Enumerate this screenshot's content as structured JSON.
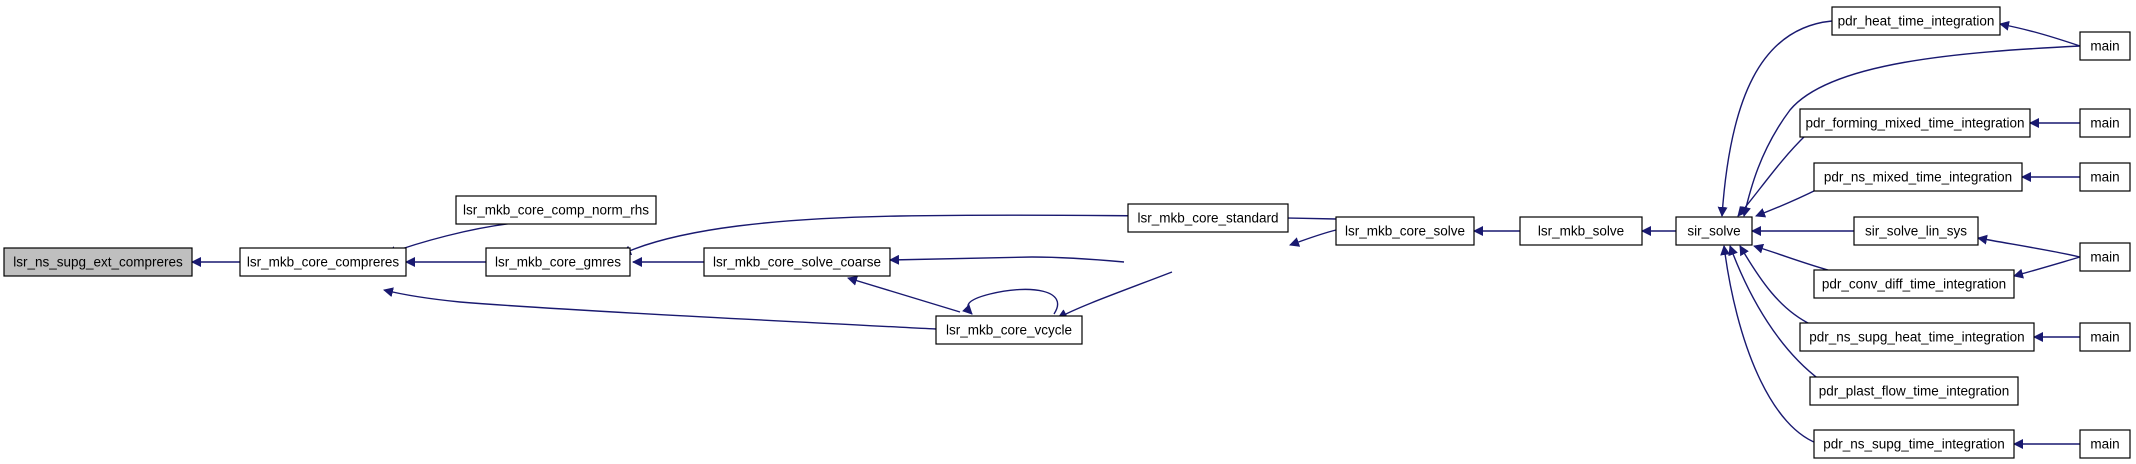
{
  "edge_color": "#191970",
  "root_fill": "#bfbfbf",
  "nodes": [
    {
      "id": "root",
      "label": "lsr_ns_supg_ext_compreres",
      "root": true
    },
    {
      "id": "compreres",
      "label": "lsr_mkb_core_compreres"
    },
    {
      "id": "comp_norm",
      "label": "lsr_mkb_core_comp_norm_rhs"
    },
    {
      "id": "gmres",
      "label": "lsr_mkb_core_gmres"
    },
    {
      "id": "coarse",
      "label": "lsr_mkb_core_solve_coarse"
    },
    {
      "id": "vcycle",
      "label": "lsr_mkb_core_vcycle"
    },
    {
      "id": "standard",
      "label": "lsr_mkb_core_standard"
    },
    {
      "id": "core_solve",
      "label": "lsr_mkb_core_solve"
    },
    {
      "id": "mkb_solve",
      "label": "lsr_mkb_solve"
    },
    {
      "id": "sir_solve",
      "label": "sir_solve"
    },
    {
      "id": "heat",
      "label": "pdr_heat_time_integration"
    },
    {
      "id": "forming",
      "label": "pdr_forming_mixed_time_integration"
    },
    {
      "id": "ns_mixed",
      "label": "pdr_ns_mixed_time_integration"
    },
    {
      "id": "lin_sys",
      "label": "sir_solve_lin_sys"
    },
    {
      "id": "conv_diff",
      "label": "pdr_conv_diff_time_integration"
    },
    {
      "id": "supg_heat",
      "label": "pdr_ns_supg_heat_time_integration"
    },
    {
      "id": "plast",
      "label": "pdr_plast_flow_time_integration"
    },
    {
      "id": "supg_time",
      "label": "pdr_ns_supg_time_integration"
    },
    {
      "id": "main1",
      "label": "main"
    },
    {
      "id": "main2",
      "label": "main"
    },
    {
      "id": "main3",
      "label": "main"
    },
    {
      "id": "main4",
      "label": "main"
    },
    {
      "id": "main5",
      "label": "main"
    },
    {
      "id": "main6",
      "label": "main"
    }
  ]
}
